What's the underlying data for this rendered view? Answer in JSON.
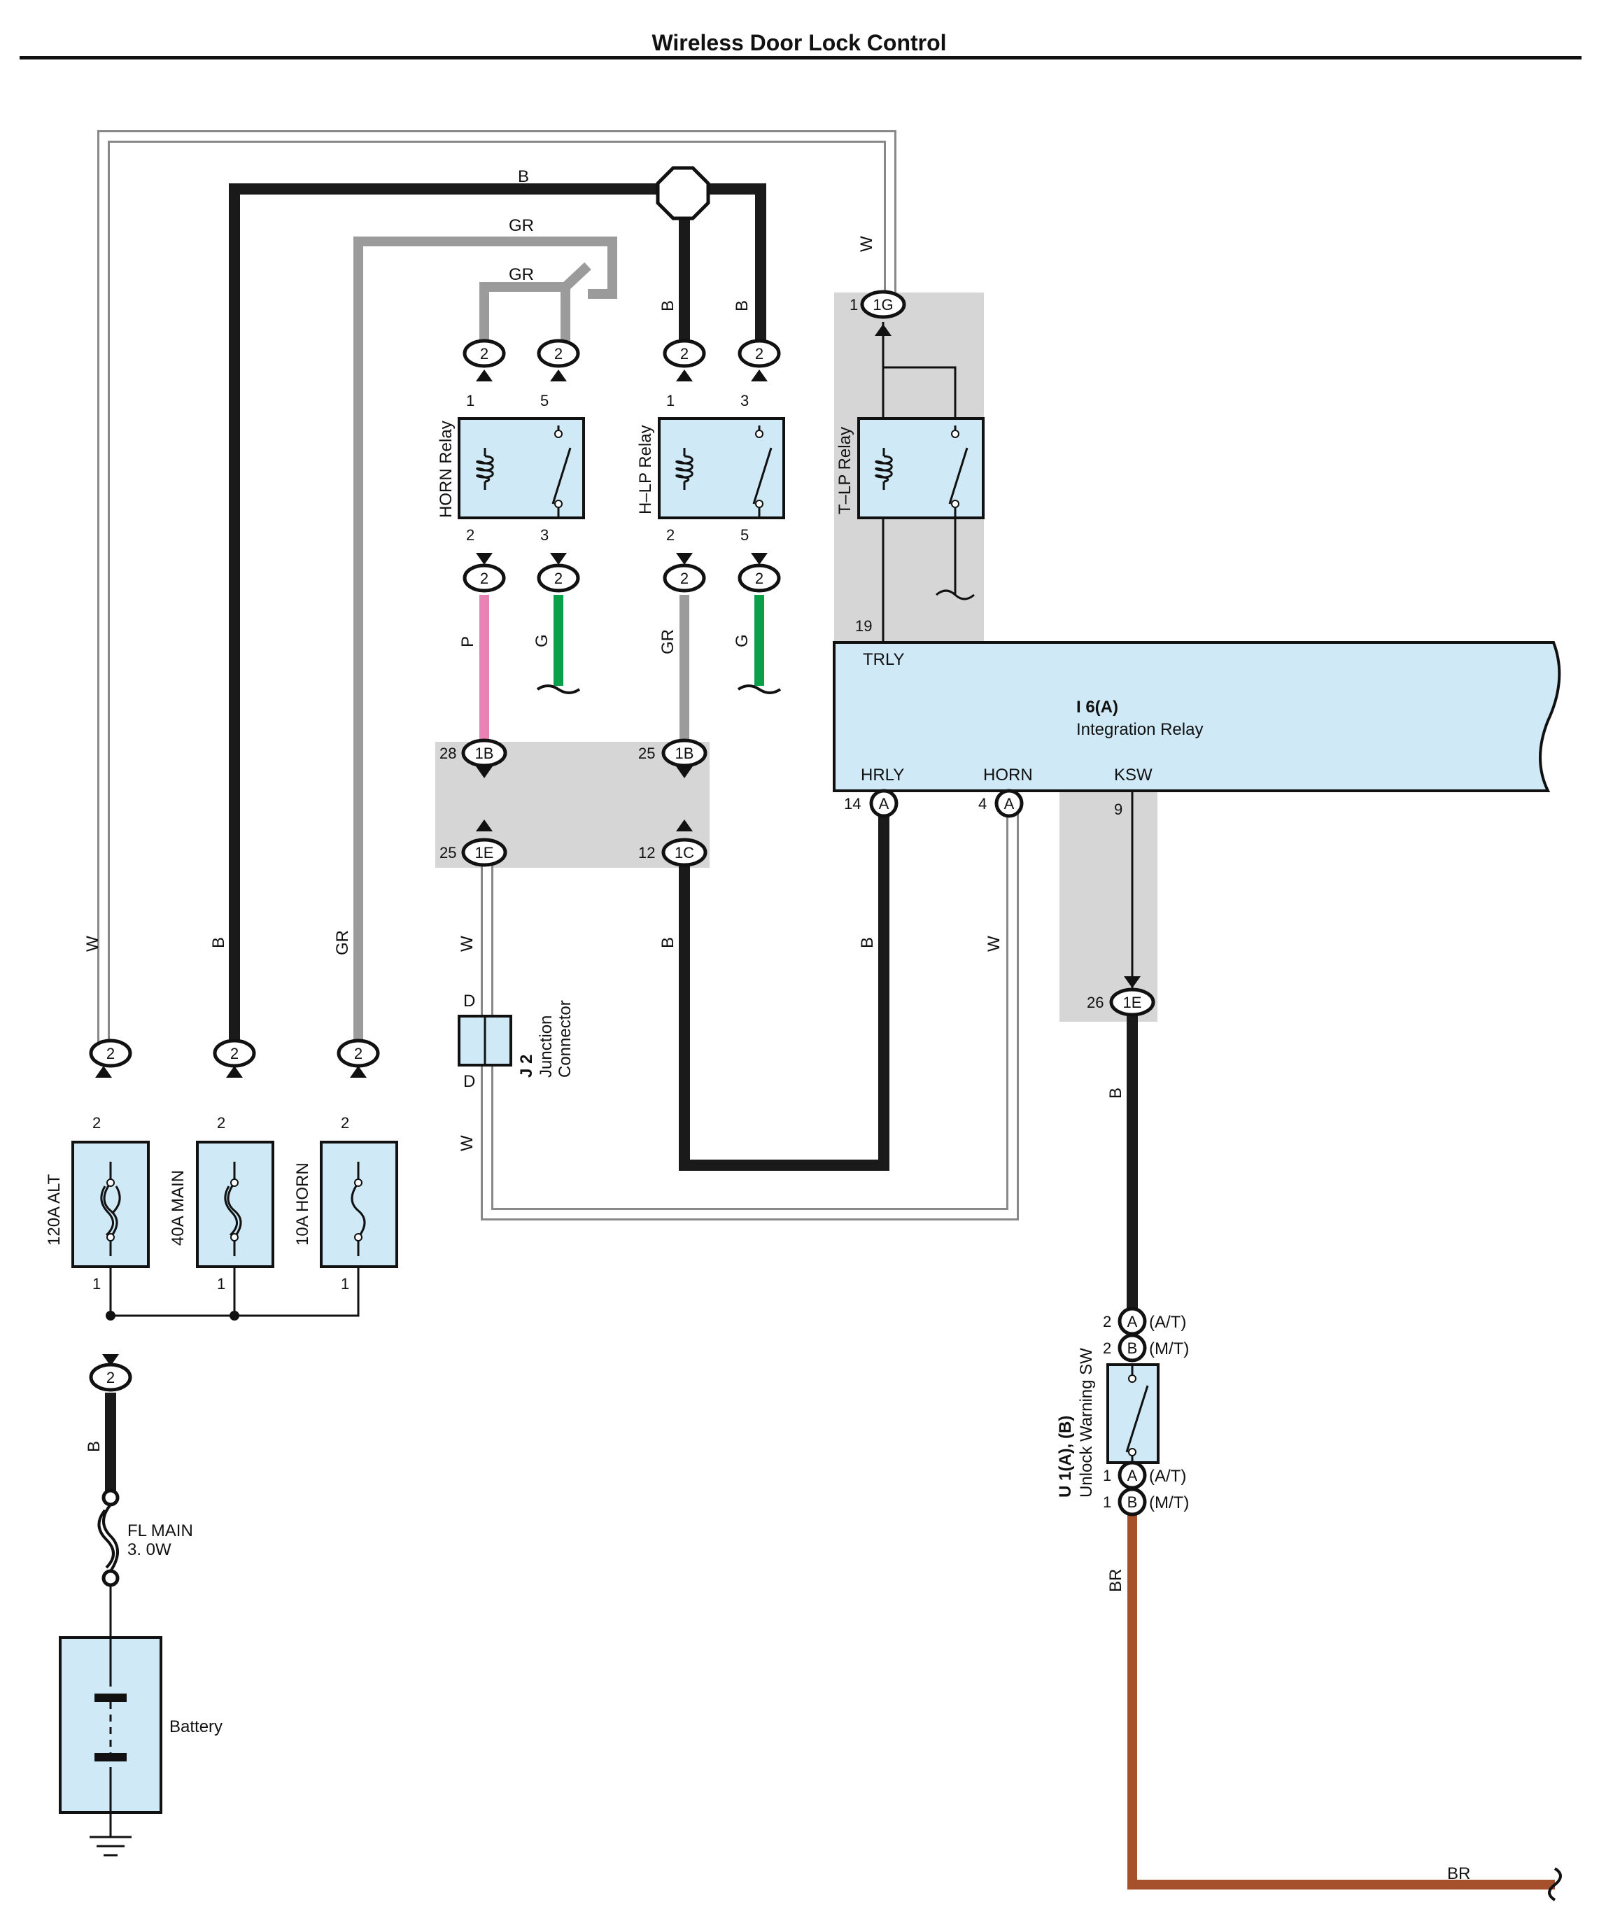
{
  "title": "Wireless Door Lock Control",
  "colors": {
    "B": "#1a1a1a",
    "W": "#ffffff",
    "GR": "#9b9b9b",
    "P": "#ea82b6",
    "G": "#0aa04a",
    "BR": "#a6512b",
    "component_fill": "#cfe9f7",
    "shade": "#d6d6d6"
  },
  "wire_labels": {
    "top_b": "B",
    "top_gr": "GR",
    "top_gr2": "GR",
    "top_w": "W",
    "hlp_b1": "B",
    "hlp_b2": "B",
    "horn_p": "P",
    "horn_g": "G",
    "hlp_gr": "GR",
    "hlp_g": "G",
    "fuse_w": "W",
    "fuse_b": "B",
    "fuse_gr": "GR",
    "j2_w1": "W",
    "j2_w2": "W",
    "mid_b": "B",
    "hrly_b": "B",
    "horn_w": "W",
    "ksw_b": "B",
    "bat_b": "B",
    "br1": "BR",
    "br2": "BR"
  },
  "relays": {
    "horn": {
      "name": "HORN Relay",
      "pins": [
        "1",
        "5",
        "2",
        "3"
      ]
    },
    "hlp": {
      "name": "H–LP Relay",
      "pins": [
        "1",
        "3",
        "2",
        "5"
      ]
    },
    "tlp": {
      "name": "T–LP Relay",
      "pins": [
        "1",
        "19"
      ]
    }
  },
  "integration_relay": {
    "id": "I 6(A)",
    "name": "Integration Relay",
    "terminals": {
      "trly": "TRLY",
      "hrly": "HRLY",
      "horn": "HORN",
      "ksw": "KSW"
    },
    "pins": {
      "hrly": "14",
      "horn": "4",
      "ksw": "9"
    }
  },
  "connectors": {
    "c2": "2",
    "c1g": "1G",
    "c1b": "1B",
    "c1e": "1E",
    "c1c": "1C",
    "cA": "A",
    "cB": "B",
    "pin_28": "28",
    "pin_25a": "25",
    "pin_25b": "25",
    "pin_12": "12",
    "pin_26": "26"
  },
  "junction": {
    "id": "J 2",
    "name1": "Junction",
    "name2": "Connector",
    "d_top": "D",
    "d_bot": "D"
  },
  "fuses": [
    {
      "name": "120A ALT",
      "pin_top": "2",
      "pin_bot": "1"
    },
    {
      "name": "40A MAIN",
      "pin_top": "2",
      "pin_bot": "1"
    },
    {
      "name": "10A HORN",
      "pin_top": "2",
      "pin_bot": "1"
    }
  ],
  "fusible_link": {
    "name": "FL MAIN",
    "rating": "3. 0W"
  },
  "battery": {
    "name": "Battery"
  },
  "unlock_sw": {
    "id": "U 1(A), (B)",
    "name": "Unlock Warning SW",
    "pins_top": [
      {
        "pin": "2",
        "conn": "A",
        "variant": "(A/T)"
      },
      {
        "pin": "2",
        "conn": "B",
        "variant": "(M/T)"
      }
    ],
    "pins_bot": [
      {
        "pin": "1",
        "conn": "A",
        "variant": "(A/T)"
      },
      {
        "pin": "1",
        "conn": "B",
        "variant": "(M/T)"
      }
    ]
  }
}
